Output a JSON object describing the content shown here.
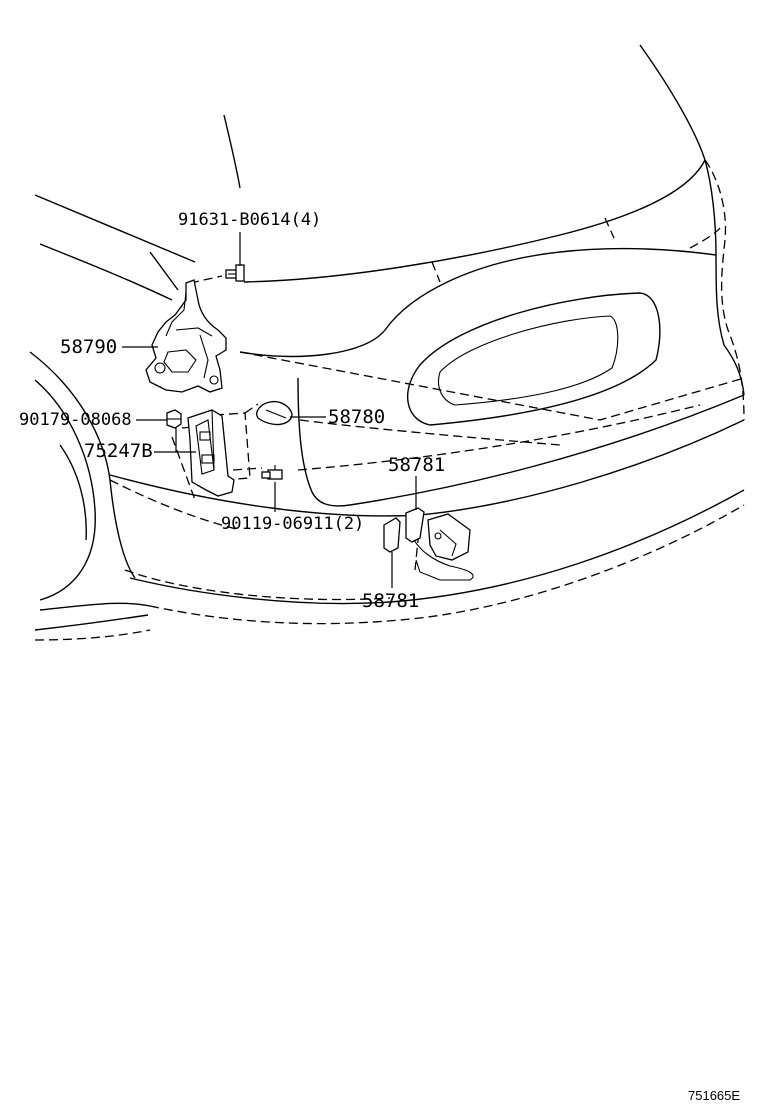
{
  "labels": {
    "p91631": "91631-B0614(4)",
    "p58790": "58790",
    "p58780": "58780",
    "p90179": "90179-08068",
    "p75247b": "75247B",
    "p90119": "90119-06911(2)",
    "p58781_top": "58781",
    "p58781_bottom": "58781"
  },
  "figure_code": "751665E"
}
